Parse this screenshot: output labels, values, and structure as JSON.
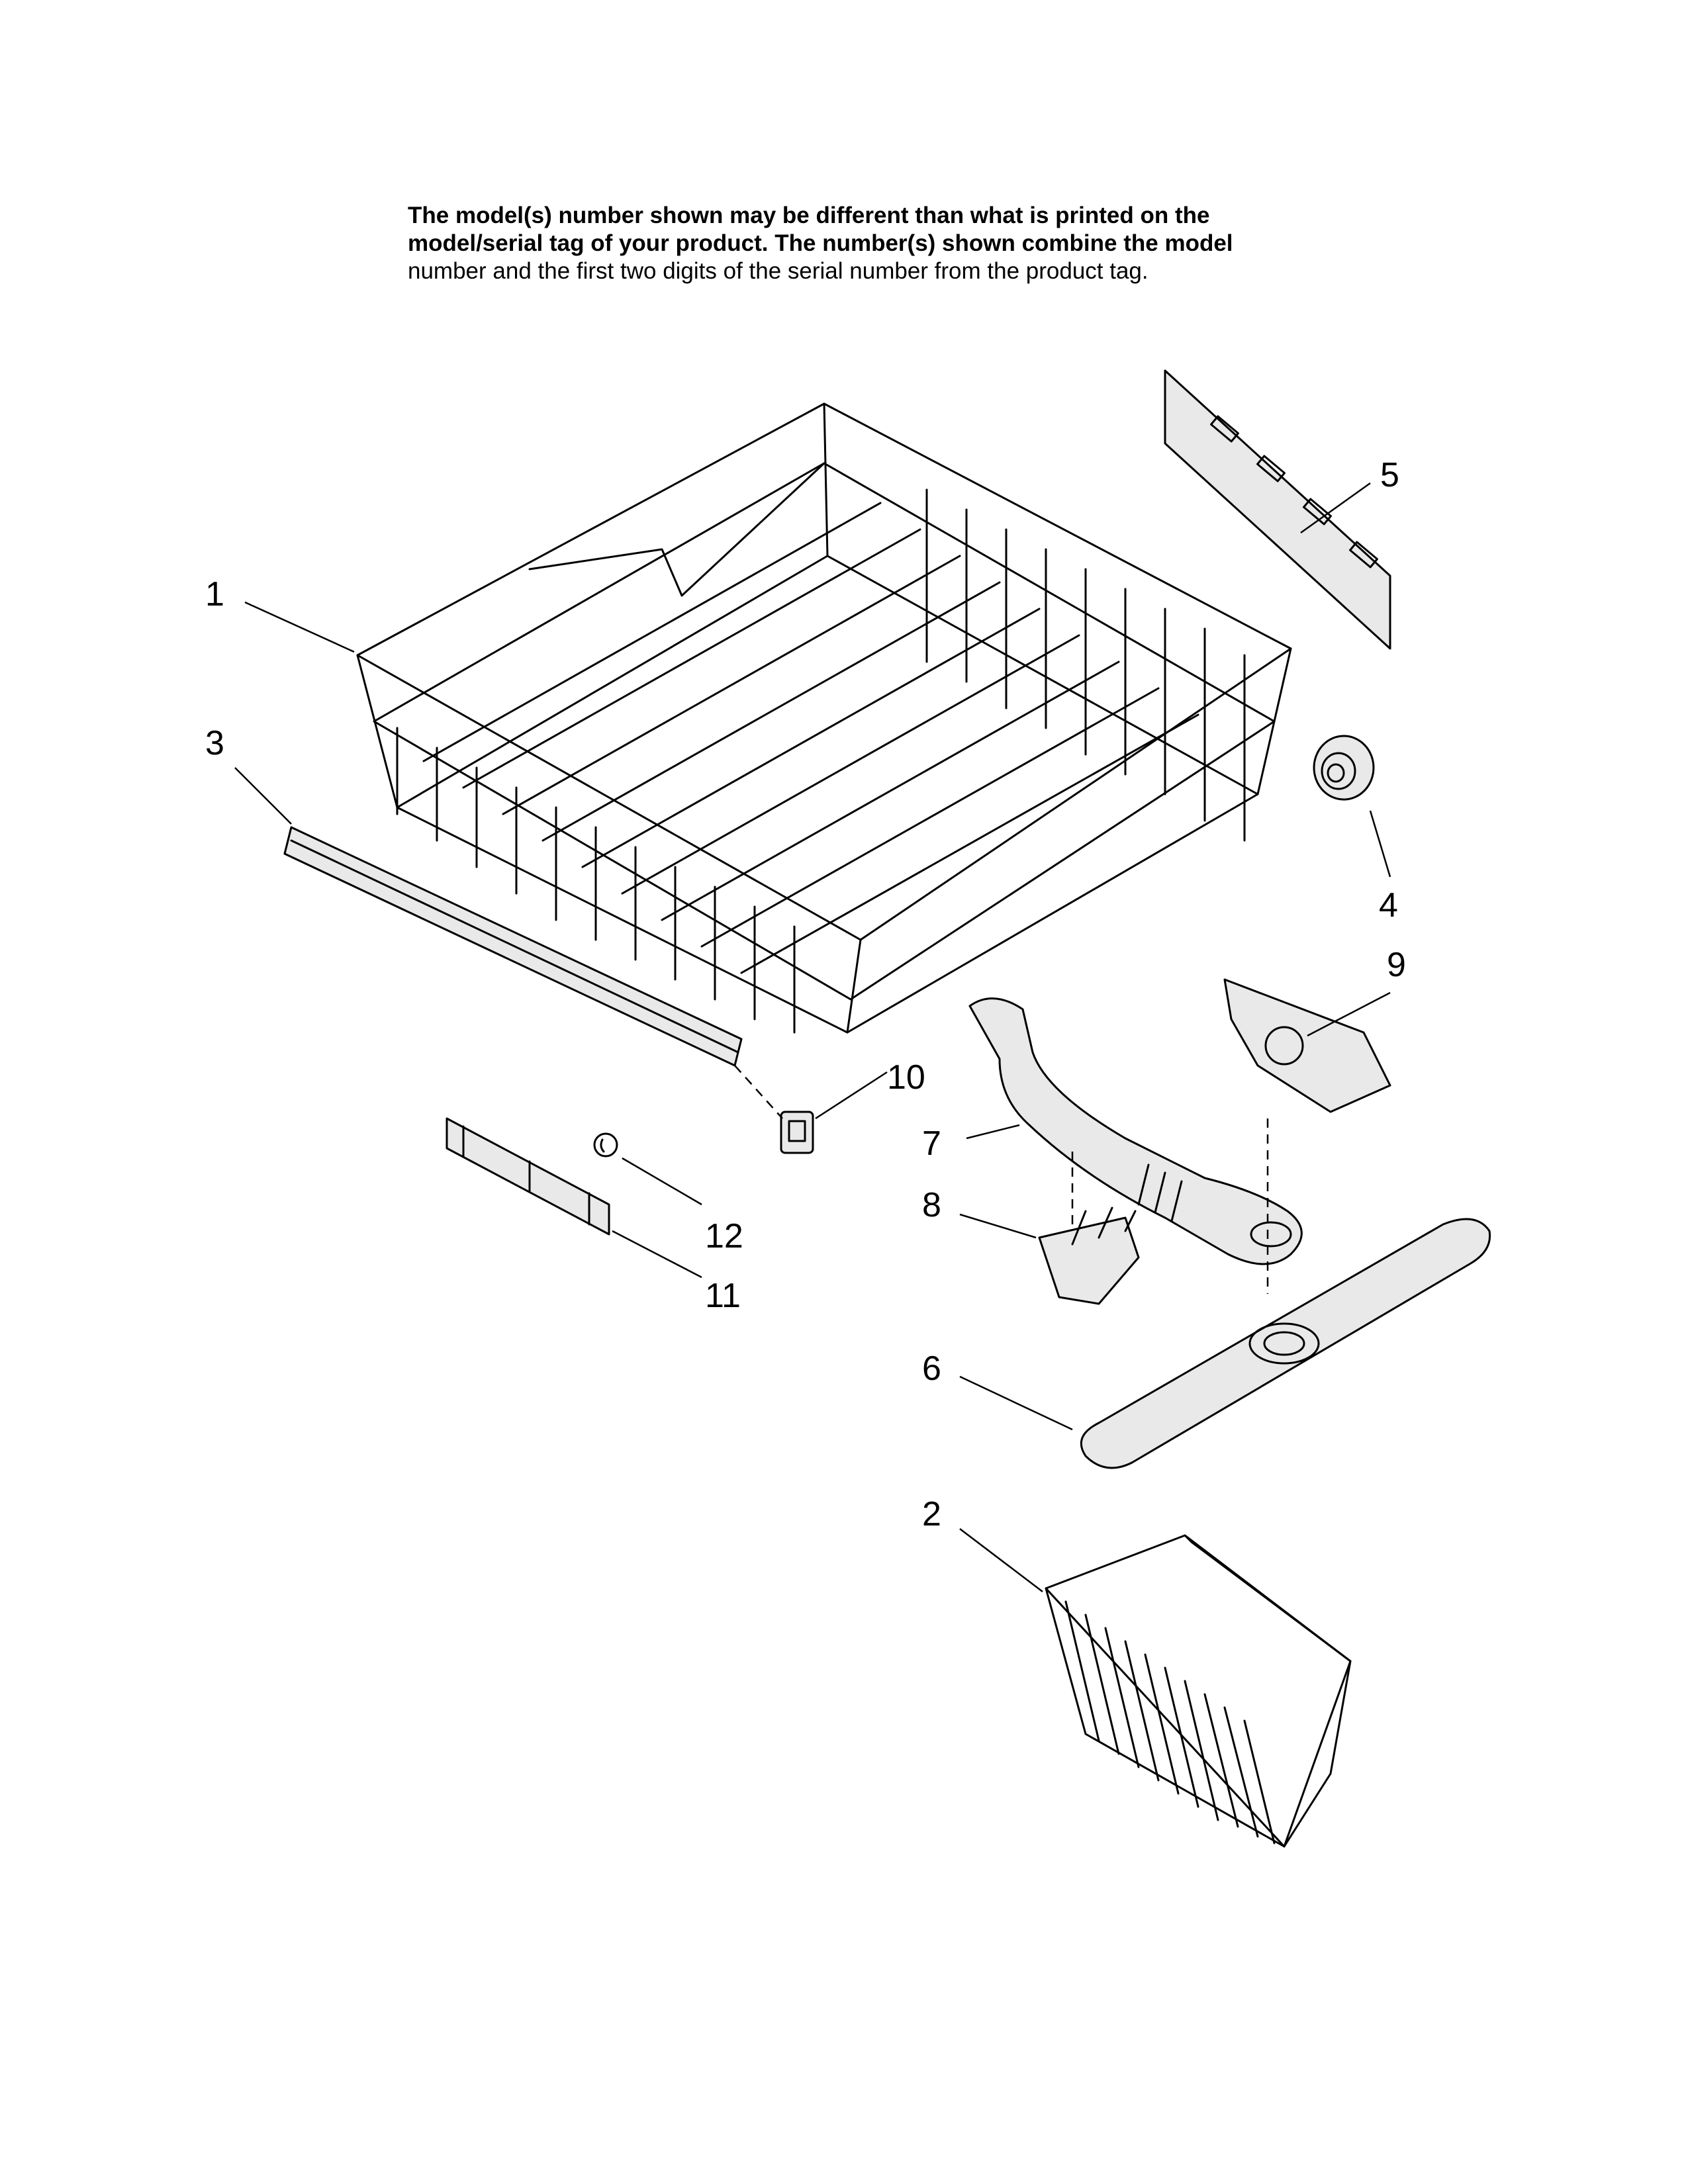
{
  "notice": {
    "line1": "The model(s) number shown may be different than what is printed on the",
    "line2": "model/serial tag of your product. The number(s) shown combine the model",
    "line3": "number and the first two digits of the serial number from the product tag."
  },
  "callouts": {
    "c1": "1",
    "c2": "2",
    "c3": "3",
    "c4": "4",
    "c5": "5",
    "c6": "6",
    "c7": "7",
    "c8": "8",
    "c9": "9",
    "c10": "10",
    "c11": "11",
    "c12": "12"
  }
}
